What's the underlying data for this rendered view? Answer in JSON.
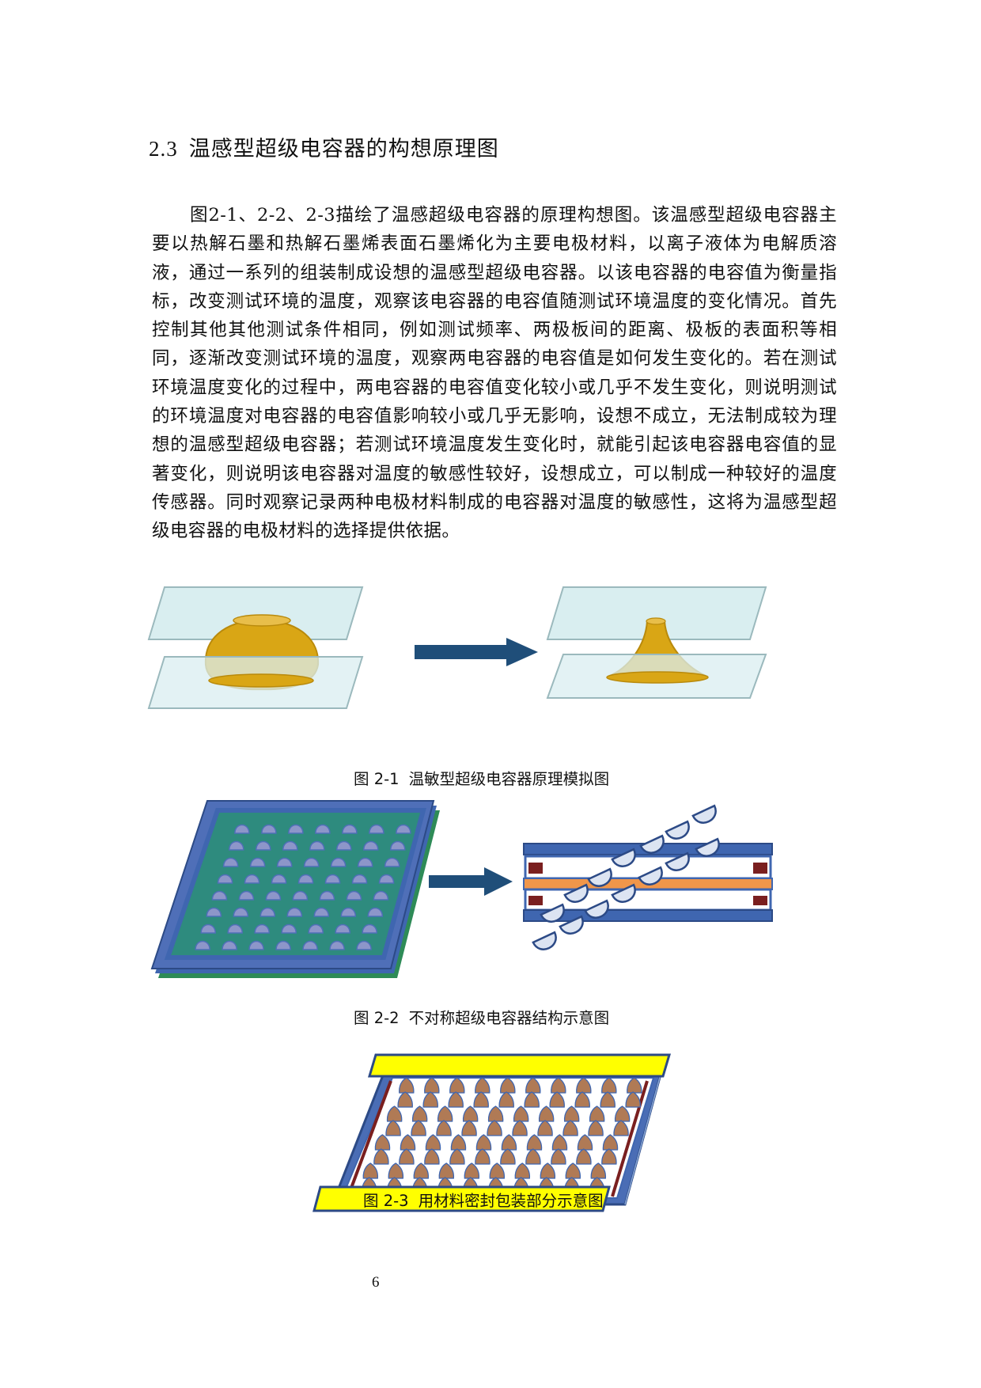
{
  "section": {
    "number": "2.3",
    "title": "温感型超级电容器的构想原理图"
  },
  "paragraph": "图2-1、2-2、2-3描绘了温感超级电容器的原理构想图。该温感型超级电容器主要以热解石墨和热解石墨烯表面石墨烯化为主要电极材料，以离子液体为电解质溶液，通过一系列的组装制成设想的温感型超级电容器。以该电容器的电容值为衡量指标，改变测试环境的温度，观察该电容器的电容值随测试环境温度的变化情况。首先控制其他其他测试条件相同，例如测试频率、两极板间的距离、极板的表面积等相同，逐渐改变测试环境的温度，观察两电容器的电容值是如何发生变化的。若在测试环境温度变化的过程中，两电容器的电容值变化较小或几乎不发生变化，则说明测试的环境温度对电容器的电容值影响较小或几乎无影响，设想不成立，无法制成较为理想的温感型超级电容器；若测试环境温度发生变化时，就能引起该电容器电容值的显著变化，则说明该电容器对温度的敏感性较好，设想成立，可以制成一种较好的温度传感器。同时观察记录两种电极材料制成的电容器对温度的敏感性，这将为温感型超级电容器的电极材料的选择提供依据。",
  "figures": [
    {
      "number": "图 2-1",
      "caption": "温敏型超级电容器原理模拟图"
    },
    {
      "number": "图 2-2",
      "caption": "不对称超级电容器结构示意图"
    },
    {
      "number": "图 2-3",
      "caption": "用材料密封包装部分示意图"
    }
  ],
  "page_number": "6",
  "colors": {
    "plate_fill": "#d9eef0",
    "droplet": "#d9a615",
    "arrow": "#1f4e79",
    "frame_blue": "#3f66b0",
    "grid_green": "#2e8b7e",
    "orange_bar": "#f0964a",
    "dark_red": "#7a1f1f",
    "yellow_bar": "#ffff00",
    "particle_brown": "#b07a55"
  }
}
